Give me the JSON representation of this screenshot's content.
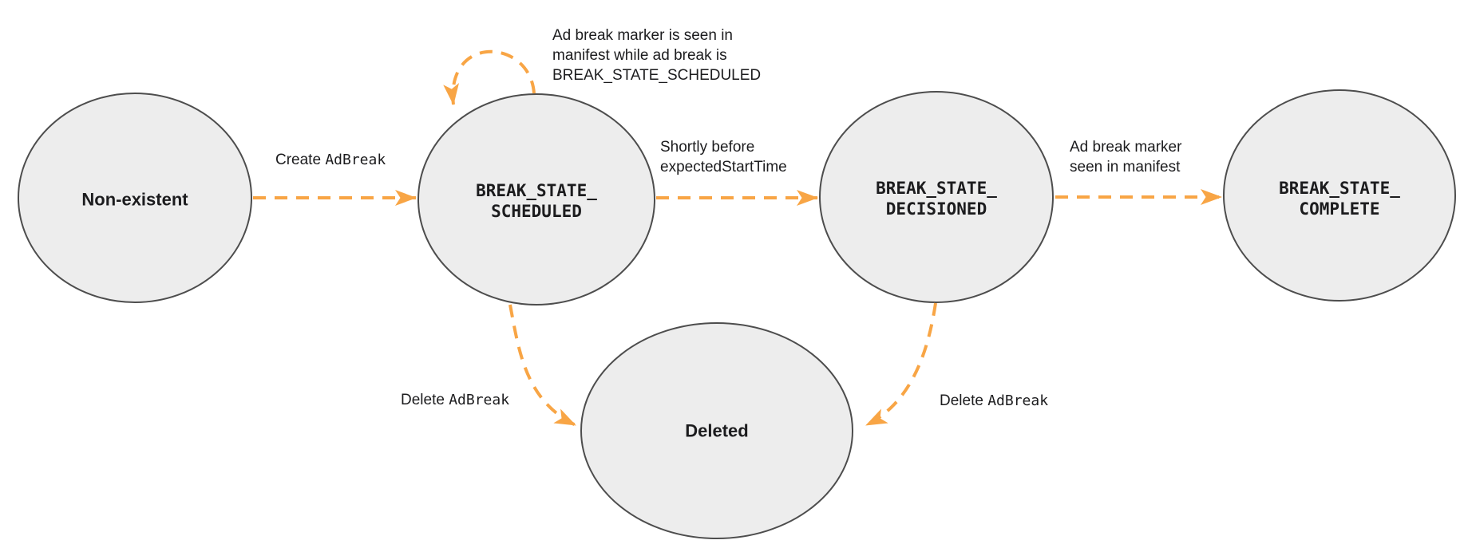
{
  "diagram": {
    "colors": {
      "arrow": "#F8A545",
      "node_fill": "#EDEDED",
      "node_stroke": "#4D4D4D",
      "text": "#1C1C1E"
    },
    "nodes": {
      "non_existent": {
        "label": "Non-existent"
      },
      "scheduled": {
        "line1": "BREAK_STATE_",
        "line2": "SCHEDULED"
      },
      "decisioned": {
        "line1": "BREAK_STATE_",
        "line2": "DECISIONED"
      },
      "complete": {
        "line1": "BREAK_STATE_",
        "line2": "COMPLETE"
      },
      "deleted": {
        "label": "Deleted"
      }
    },
    "edges": {
      "create": {
        "text": "Create",
        "code": "AdBreak"
      },
      "self_loop": {
        "line1": "Ad break marker is seen in",
        "line2": "manifest while ad break is",
        "code": "BREAK_STATE_SCHEDULED"
      },
      "shortly": {
        "text": "Shortly before",
        "code": "expectedStartTime"
      },
      "marker_seen": {
        "line1": "Ad break marker",
        "line2": "seen in manifest"
      },
      "delete_left": {
        "text": "Delete",
        "code": "AdBreak"
      },
      "delete_right": {
        "text": "Delete",
        "code": "AdBreak"
      }
    }
  }
}
